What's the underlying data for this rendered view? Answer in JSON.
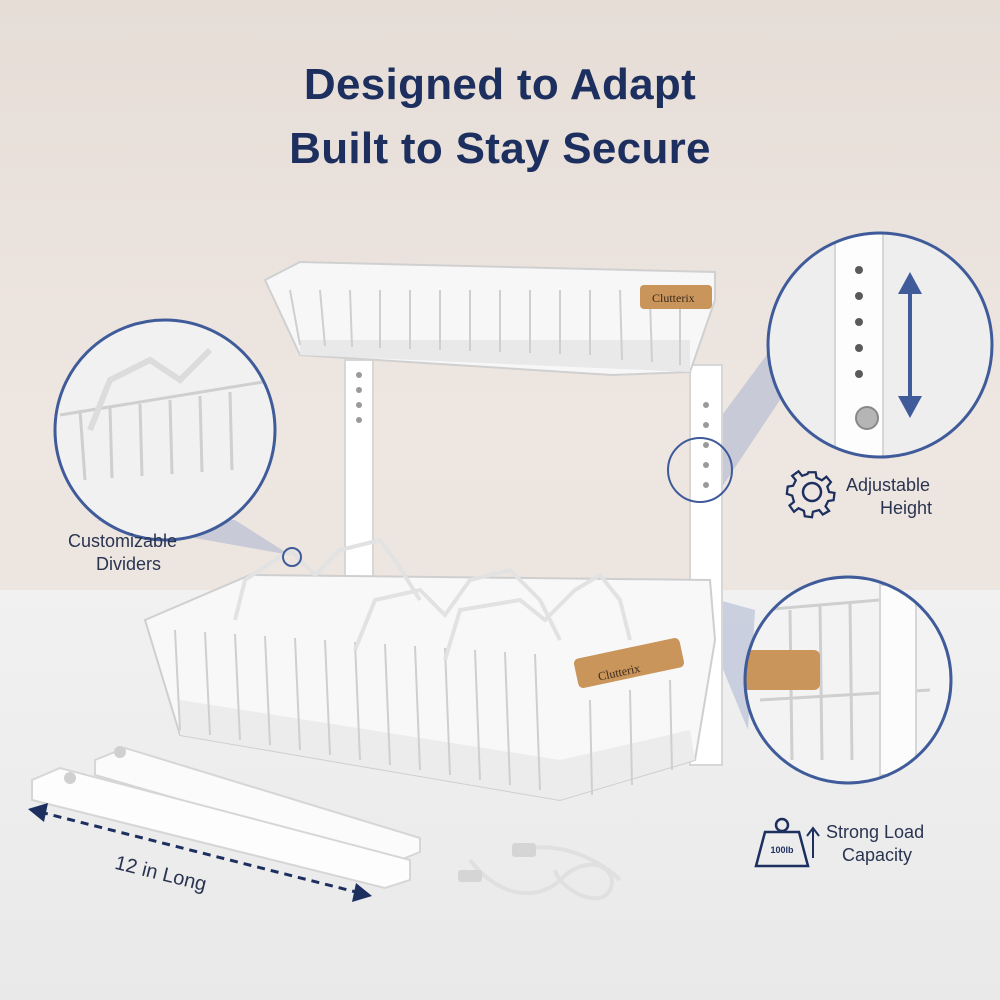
{
  "headline": {
    "line1": "Designed to Adapt",
    "line2": "Built to Stay Secure"
  },
  "brand": "Clutterix",
  "callouts": {
    "dividers": {
      "line1": "Customizable",
      "line2": "Dividers"
    },
    "height": {
      "line1": "Adjustable",
      "line2": "Height",
      "icon": "gear-icon"
    },
    "load": {
      "line1": "Strong Load",
      "line2": "Capacity",
      "weight": "100lb",
      "icon": "weight-icon"
    }
  },
  "dimension": "12 in Long",
  "colors": {
    "navy": "#1d2f5f",
    "callout_ring": "#3f5b9a",
    "wood": "#c9955b"
  }
}
